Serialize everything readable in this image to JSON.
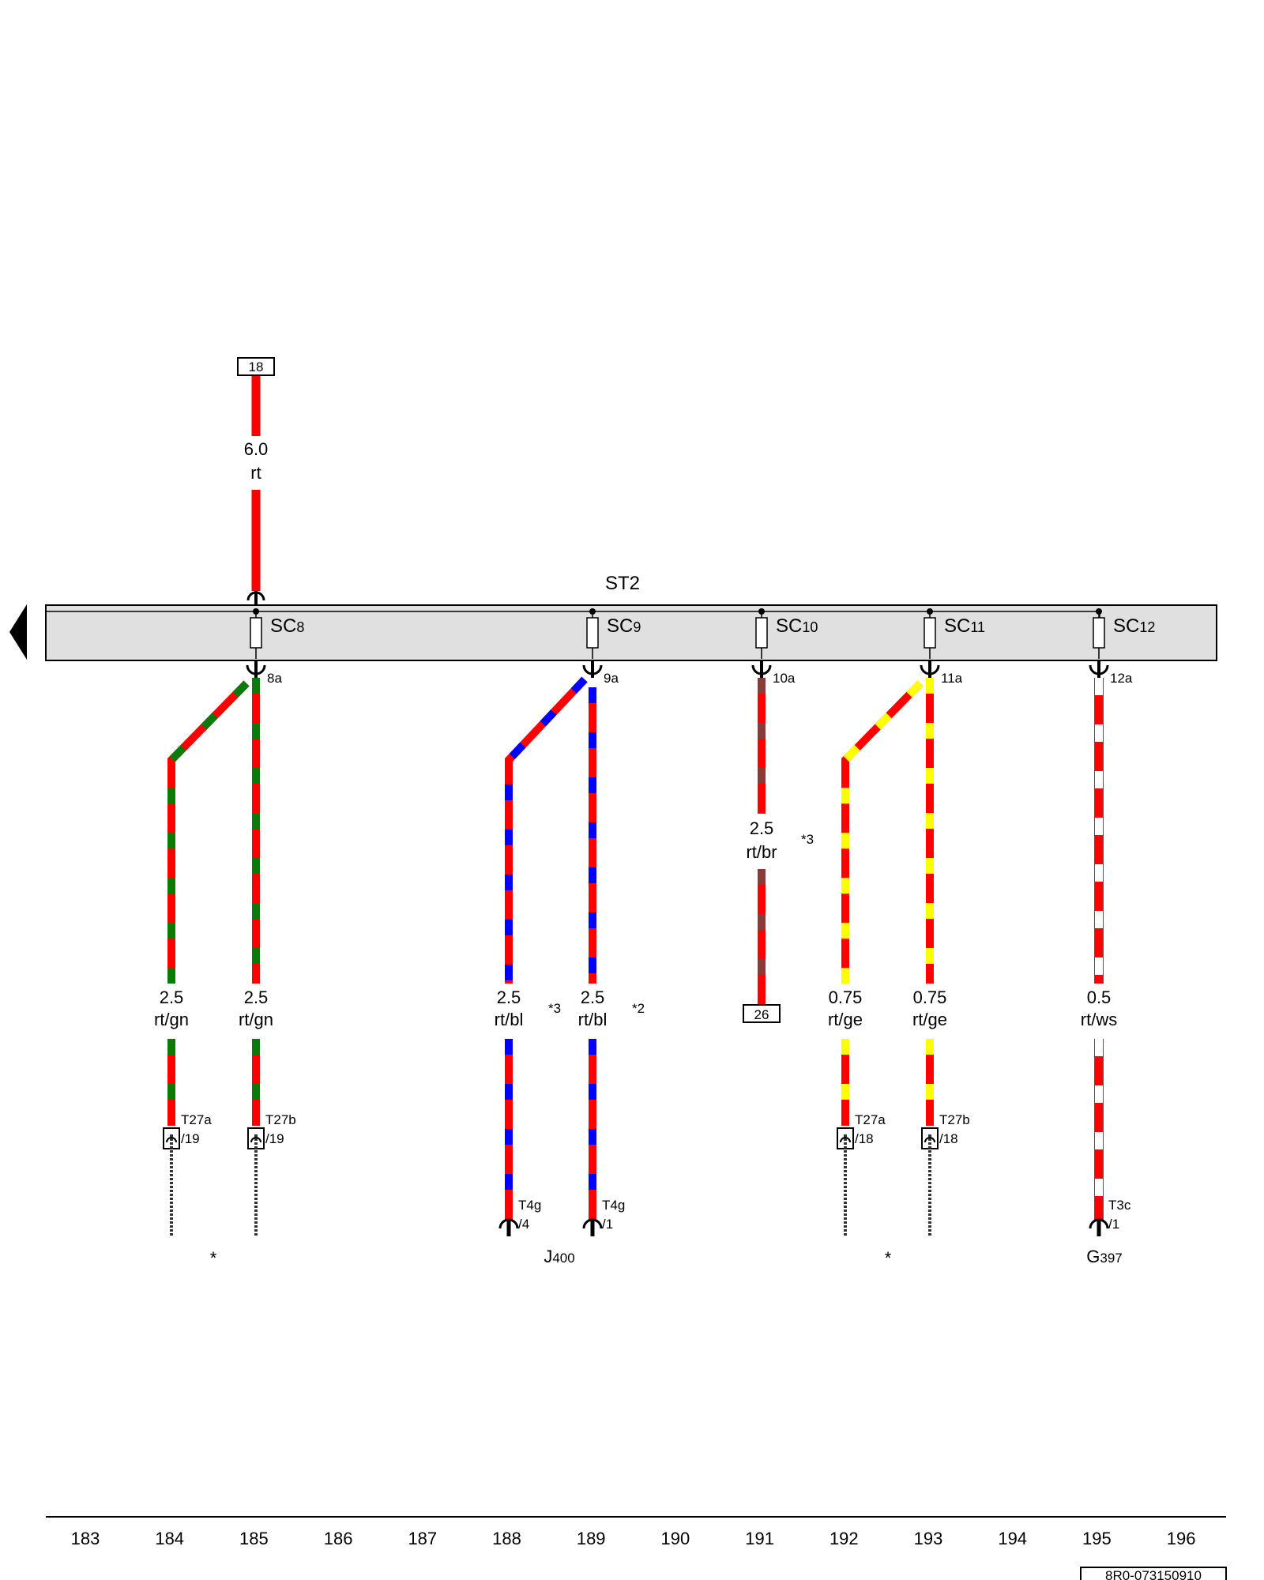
{
  "colors": {
    "rt": "#ff0000",
    "gn": "#0a7a0a",
    "bl": "#0000ff",
    "ge": "#ffff00",
    "br": "#8b3a3a",
    "ws": "#ffffff",
    "rail": "#e0e0e0",
    "ground": "#333333"
  },
  "rail": {
    "name": "ST2"
  },
  "feed": {
    "terminal": "18",
    "size": "6.0",
    "color_code": "rt"
  },
  "fuses": [
    {
      "id": "SC8",
      "pin": "8a"
    },
    {
      "id": "SC9",
      "pin": "9a"
    },
    {
      "id": "SC10",
      "pin": "10a"
    },
    {
      "id": "SC11",
      "pin": "11a"
    },
    {
      "id": "SC12",
      "pin": "12a"
    }
  ],
  "wires": [
    {
      "size": "2.5",
      "code": "rt/gn",
      "note": "",
      "connector": "T27a",
      "pin": "/19"
    },
    {
      "size": "2.5",
      "code": "rt/gn",
      "note": "",
      "connector": "T27b",
      "pin": "/19"
    },
    {
      "size": "2.5",
      "code": "rt/bl",
      "note": "*3",
      "connector": "T4g",
      "pin": "/4"
    },
    {
      "size": "2.5",
      "code": "rt/bl",
      "note": "*2",
      "connector": "T4g",
      "pin": "/1"
    },
    {
      "size": "2.5",
      "code": "rt/br",
      "note": "*3",
      "terminal": "26"
    },
    {
      "size": "0.75",
      "code": "rt/ge",
      "note": "",
      "connector": "T27a",
      "pin": "/18"
    },
    {
      "size": "0.75",
      "code": "rt/ge",
      "note": "",
      "connector": "T27b",
      "pin": "/18"
    },
    {
      "size": "0.5",
      "code": "rt/ws",
      "note": "",
      "connector": "T3c",
      "pin": "/1"
    }
  ],
  "components": [
    {
      "label": "*"
    },
    {
      "label": "J400"
    },
    {
      "label": "*"
    },
    {
      "label": "G397"
    }
  ],
  "column_numbers": [
    "183",
    "184",
    "185",
    "186",
    "187",
    "188",
    "189",
    "190",
    "191",
    "192",
    "193",
    "194",
    "195",
    "196"
  ],
  "doc_number": "8R0-073150910"
}
